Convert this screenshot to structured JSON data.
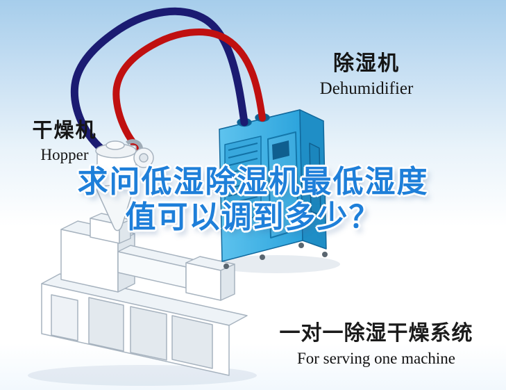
{
  "labels": {
    "dehumidifier_cn": "除湿机",
    "dehumidifier_en": "Dehumidifier",
    "hopper_cn": "干燥机",
    "hopper_en": "Hopper"
  },
  "headline": {
    "line1": "求问低湿除湿机最低湿度",
    "line2": "值可以调到多少？",
    "color": "#1e7fd9"
  },
  "caption": {
    "cn": "一对一除湿干燥系统",
    "en": "For serving one machine"
  },
  "colors": {
    "sky_top": "#a6cdeb",
    "dehumidifier_front": "#3fb1e5",
    "dehumidifier_side": "#1f8ec6",
    "dehumidifier_top": "#8ed6f5",
    "pipe_red": "#c01010",
    "pipe_navy": "#1b1b72",
    "machine_body": "#ffffff",
    "machine_shade": "#dfe6ec"
  }
}
